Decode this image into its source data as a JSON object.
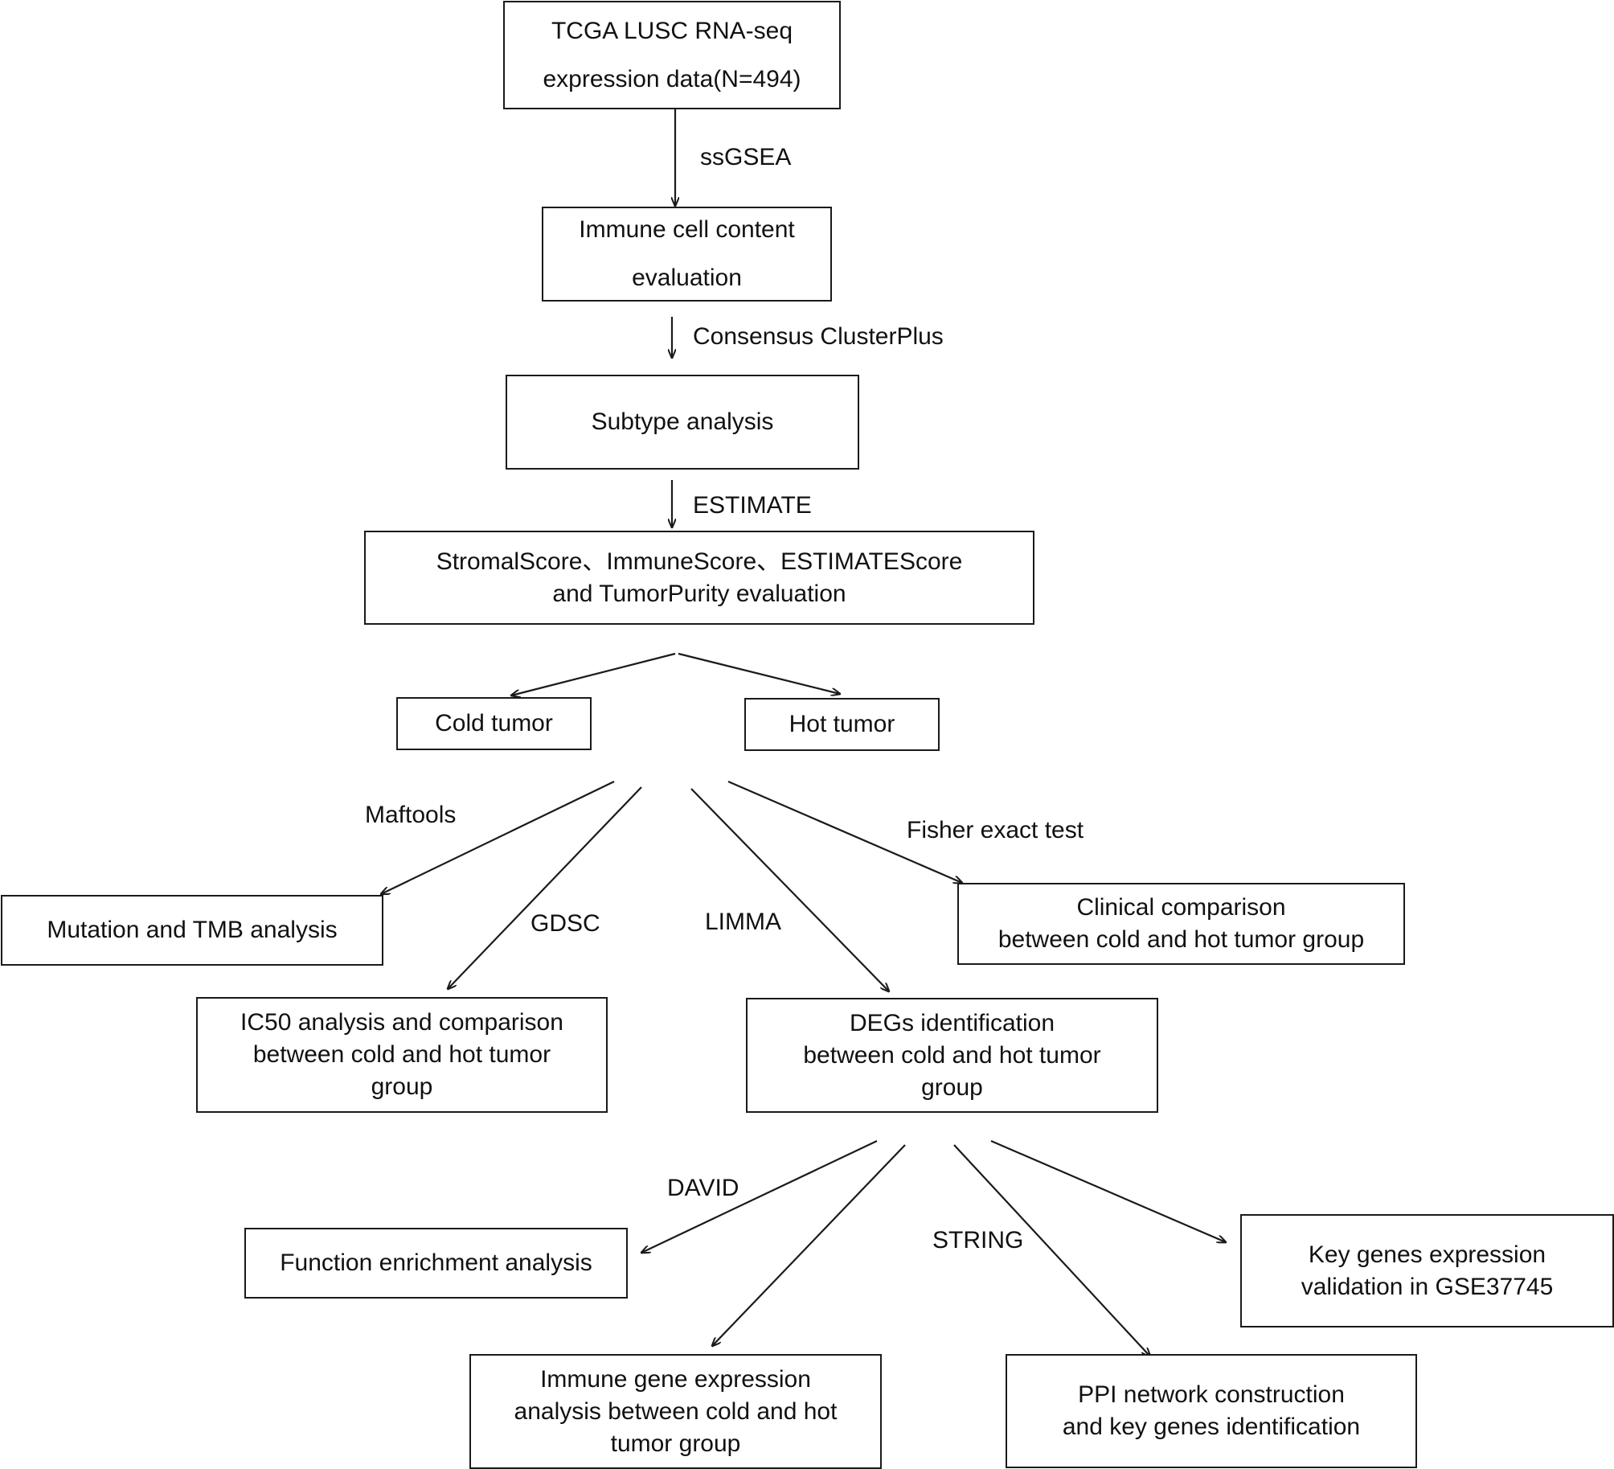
{
  "nodes": {
    "tcga": "TCGA LUSC RNA-seq\nexpression data(N=494)",
    "immune_content": "Immune cell content\nevaluation",
    "subtype": "Subtype analysis",
    "estimate_eval": "StromalScore、ImmuneScore、ESTIMATEScore\nand TumorPurity evaluation",
    "cold": "Cold tumor",
    "hot": "Hot tumor",
    "mutation": "Mutation and TMB analysis",
    "clinical": "Clinical comparison\nbetween cold and hot tumor group",
    "ic50": "IC50 analysis and comparison\nbetween cold and hot tumor\ngroup",
    "degs": "DEGs identification\nbetween cold and hot tumor\ngroup",
    "function": "Function enrichment analysis",
    "key_genes": "Key genes expression\nvalidation in GSE37745",
    "immune_gene": "Immune gene expression\nanalysis between cold and hot\ntumor group",
    "ppi": "PPI network construction\nand key genes identification"
  },
  "edge_labels": {
    "ssgsea": "ssGSEA",
    "consensus": "Consensus ClusterPlus",
    "estimate": "ESTIMATE",
    "maftools": "Maftools",
    "fisher": "Fisher exact test",
    "gdsc": "GDSC",
    "limma": "LIMMA",
    "david": "DAVID",
    "string": "STRING"
  }
}
